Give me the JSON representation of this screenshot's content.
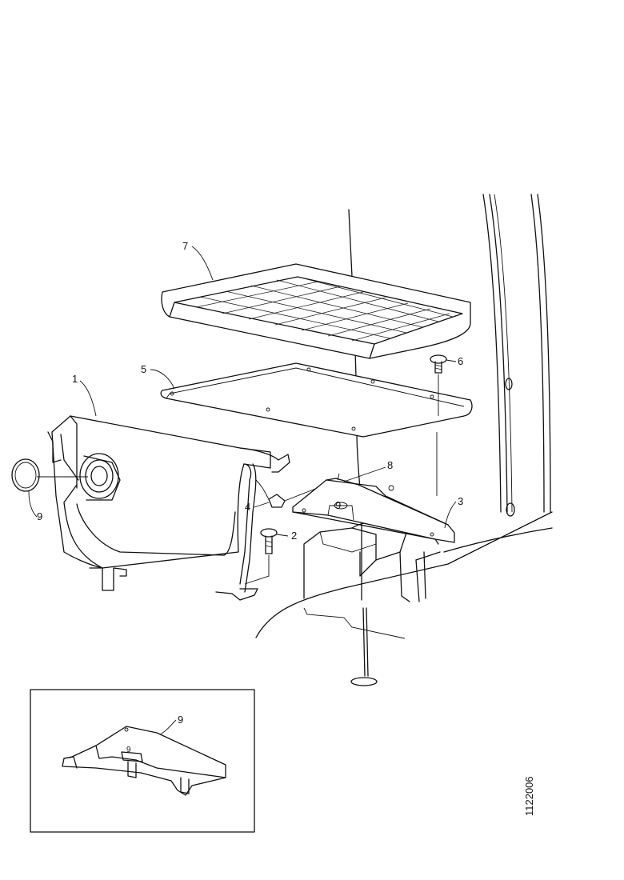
{
  "callouts": {
    "c1": "1",
    "c2": "2",
    "c3": "3",
    "c4": "4",
    "c5": "5",
    "c6": "6",
    "c7": "7",
    "c8": "8",
    "c9": "9",
    "c9b": "9",
    "c9inset": "9"
  },
  "drawing_number": "1122006"
}
